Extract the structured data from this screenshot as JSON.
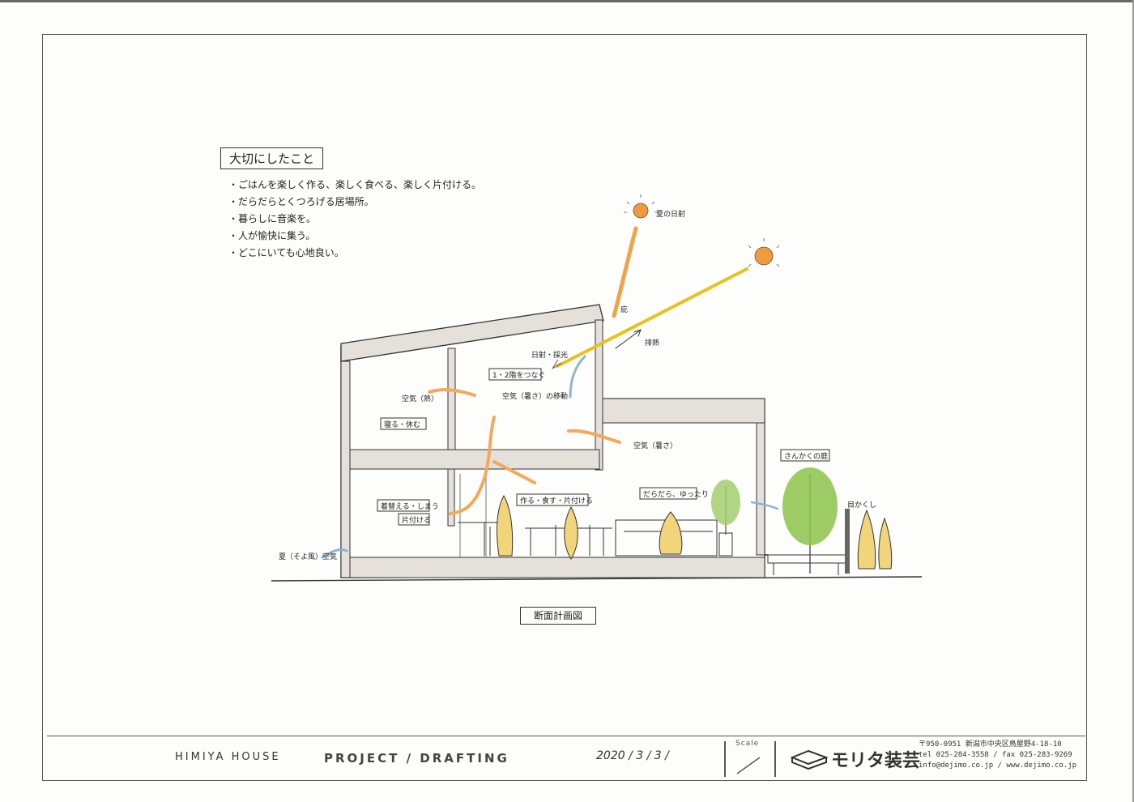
{
  "concept": {
    "title": "大切にしたこと",
    "points": [
      "ごはんを楽しく作る、楽しく食べる、楽しく片付ける。",
      "だらだらとくつろげる居場所。",
      "暮らしに音楽を。",
      "人が愉快に集う。",
      "どこにいても心地良い。"
    ]
  },
  "labels": {
    "summer_sun": "夏の日射",
    "eave": "庇",
    "exhaust": "排熱",
    "winter_sun": "日射・採光",
    "stair_open": "1・2階をつなぐ",
    "air_top": "空気（熱）",
    "air_flow": "空気（暑さ）の移動",
    "sleep": "寝る・休む",
    "air_out": "空気（暑さ）",
    "get_dressed": "着替える・しまう",
    "tidy": "片付ける",
    "cook": "作る・食す・片付ける",
    "relax": "だらだら、ゆったり",
    "garden": "さんかくの庭",
    "screen": "目かくし",
    "summer_breeze": "夏（そよ風）空気"
  },
  "section_title": "断面計画図",
  "title_block": {
    "project_name": "HIMIYA HOUSE",
    "drafting": "PROJECT / DRAFTING",
    "date": "2020 / 3 / 3 /",
    "scale_label": "Scale",
    "brand": "モリタ装芸",
    "address": [
      "〒950-0951  新潟市中央区鳥屋野4-18-10",
      "tel 025-284-3558 / fax 025-283-9269",
      "info@dejimo.co.jp / www.dejimo.co.jp"
    ]
  },
  "colors": {
    "sun": "#f29a3a",
    "summer_ray": "#f0a44a",
    "winter_ray": "#e8c21a",
    "air_warm": "#f3a85a",
    "air_cool": "#8fb3d6",
    "figure": "#f2d57a",
    "tree": "#8cc34a",
    "wall": "#e5e1da"
  }
}
